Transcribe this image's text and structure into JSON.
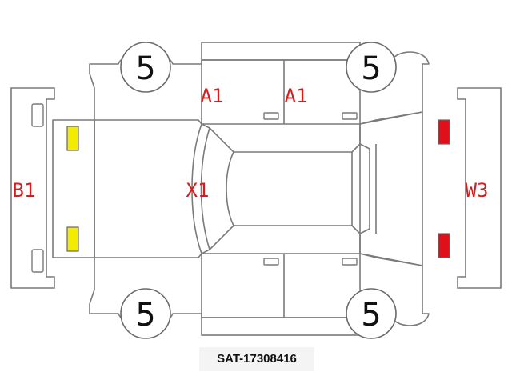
{
  "diagram": {
    "tire_marks": {
      "front_left": "5",
      "rear_left": "5",
      "front_right": "5",
      "rear_right": "5"
    },
    "damage_codes": {
      "rear_bumper": "B1",
      "roof": "X1",
      "front_bumper": "W3",
      "door_rear": "A1",
      "door_front": "A1"
    },
    "light_colors": {
      "rear_lamps": "#f2ec00",
      "front_lamps": "#e0101a",
      "code_text": "#d81c1c"
    }
  },
  "stock_number": "SAT-17308416"
}
